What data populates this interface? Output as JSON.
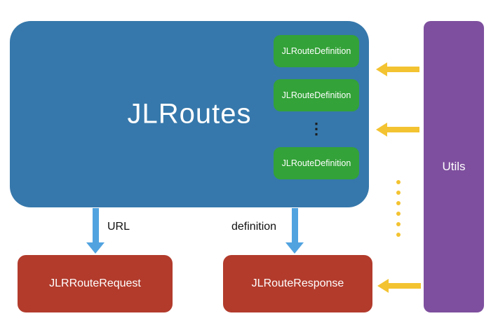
{
  "colors": {
    "blue": "#3678ab",
    "green": "#33a238",
    "purple": "#7e4f9e",
    "red": "#b23b2c",
    "yellow": "#f3c331",
    "arrow-blue": "#51a3e0",
    "ink": "#1b1b1b"
  },
  "main_box": {
    "label": "JLRoutes"
  },
  "definition_boxes": [
    {
      "label": "JLRouteDefinition"
    },
    {
      "label": "JLRouteDefinition"
    },
    {
      "label": "JLRouteDefinition"
    }
  ],
  "definitions_ellipsis": "⋮",
  "utils_box": {
    "label": "Utils"
  },
  "request_box": {
    "label": "JLRRouteRequest"
  },
  "response_box": {
    "label": "JLRouteResponse"
  },
  "edge_labels": {
    "url": "URL",
    "definition": "definition"
  }
}
